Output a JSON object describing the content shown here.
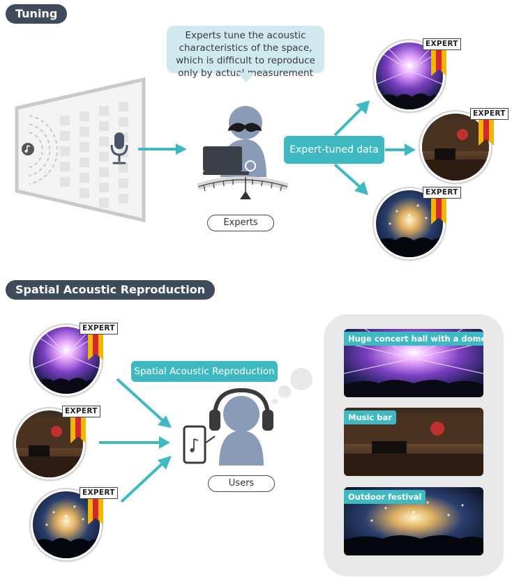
{
  "sections": {
    "tuning": {
      "title": "Tuning"
    },
    "reproduction": {
      "title": "Spatial Acoustic Reproduction"
    }
  },
  "tuning": {
    "speech_bubble": "Experts tune the acoustic characteristics of the space, which is difficult to reproduce only by actual measurement",
    "expert_label": "Experts",
    "output_label": "Expert-tuned data",
    "badge_text": "EXPERT"
  },
  "reproduction": {
    "process_label": "Spatial Acoustic Reproduction",
    "user_label": "Users",
    "badge_text": "EXPERT",
    "venues": [
      {
        "label": "Huge concert hall with a dome"
      },
      {
        "label": "Music bar"
      },
      {
        "label": "Outdoor festival"
      }
    ]
  },
  "colors": {
    "header": "#3f4a5a",
    "teal": "#3fb9c1",
    "bubble": "#cfe9ee",
    "figure": "#8a9bb8",
    "panel": "#e8e8e8",
    "ribbon_red": "#d7262e",
    "ribbon_gold": "#f2b705"
  },
  "icons": [
    "music-note-icon",
    "microphone-icon",
    "laptop-icon",
    "mustache-icon",
    "headphones-icon",
    "smartphone-icon",
    "expert-ribbon-icon"
  ]
}
